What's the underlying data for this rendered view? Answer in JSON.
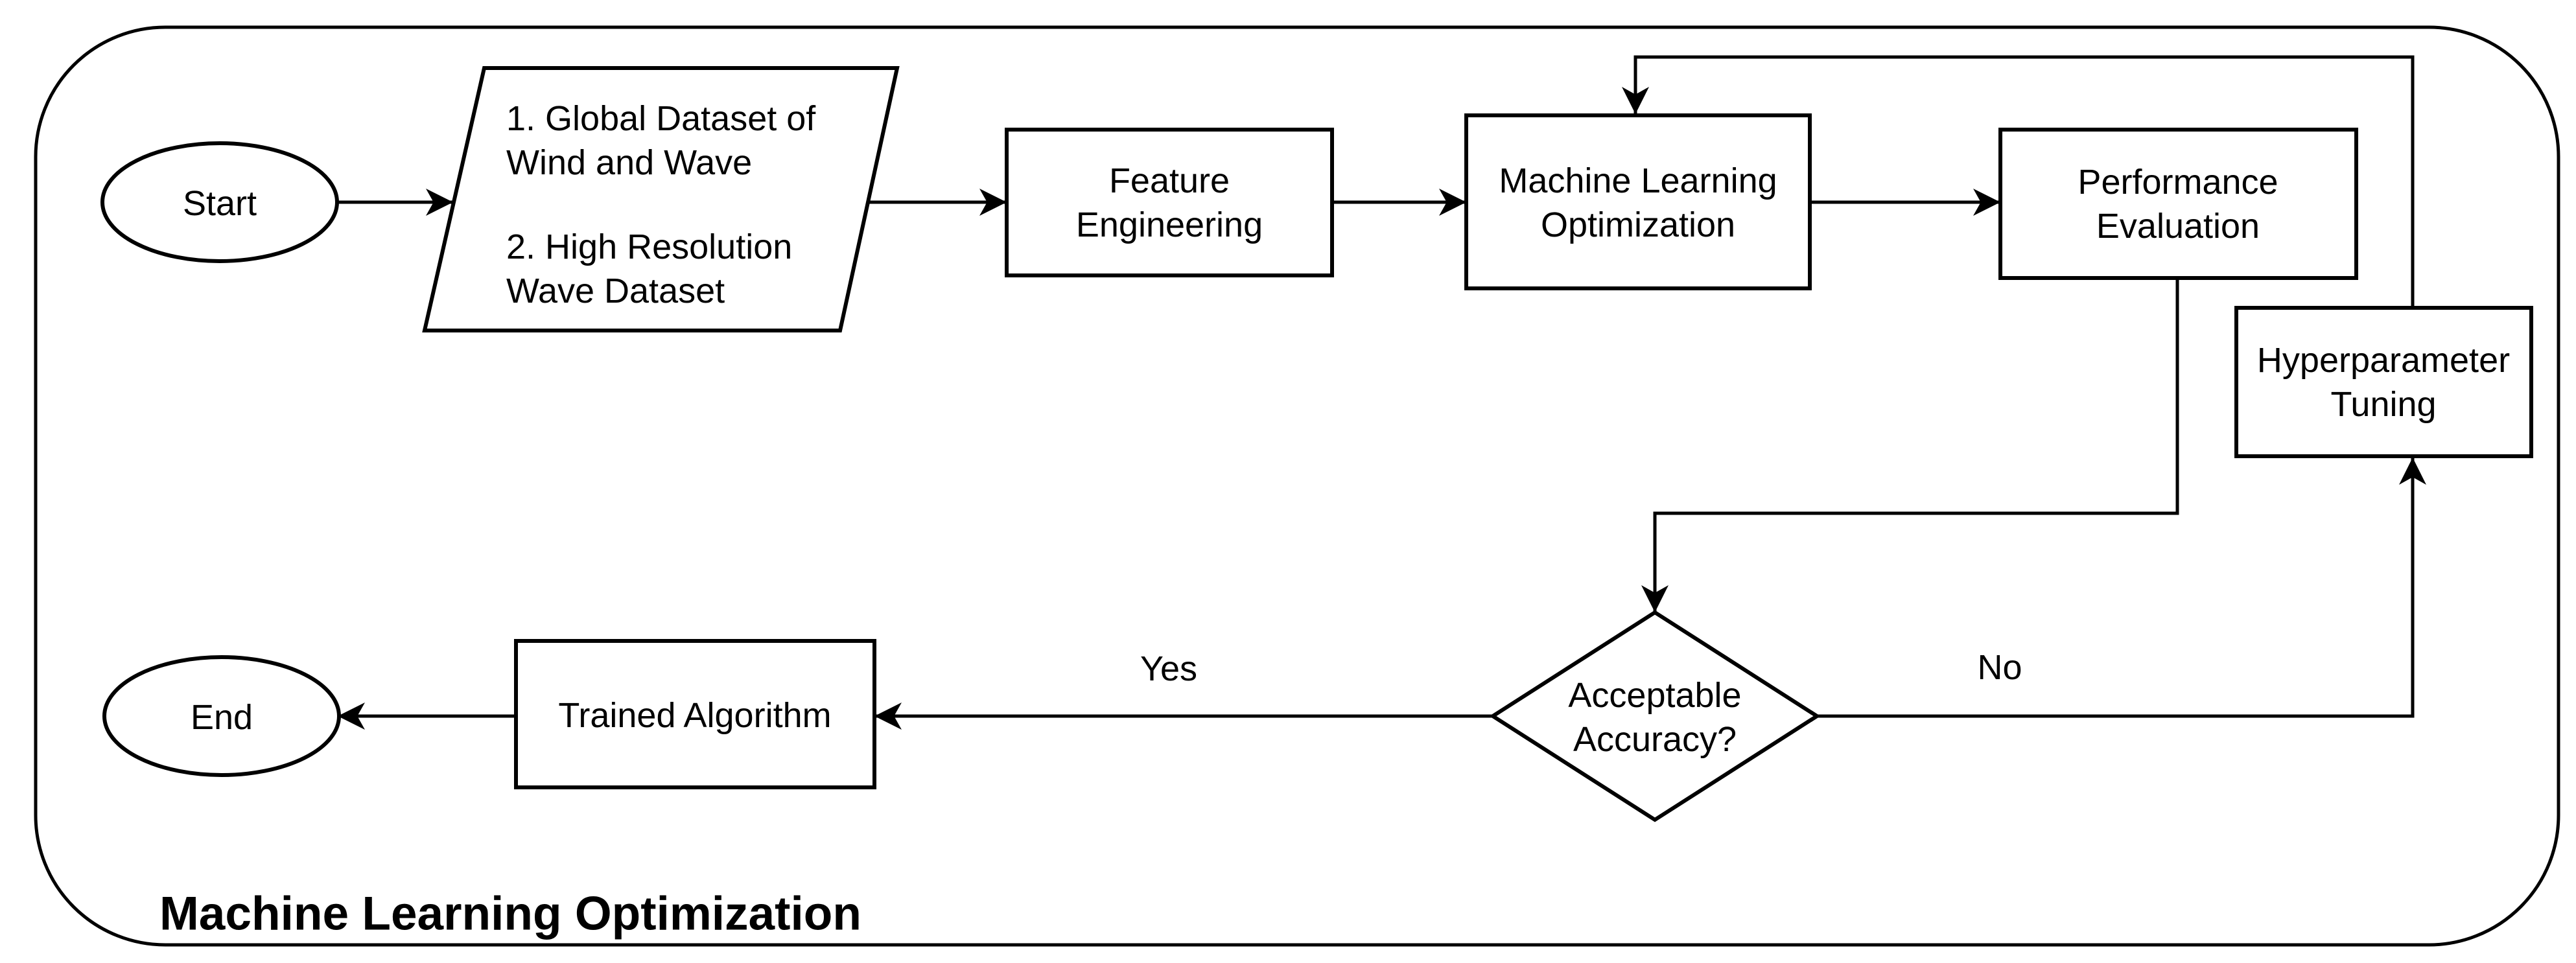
{
  "diagram_title": "Machine Learning Optimization",
  "colors": {
    "stroke": "#000000",
    "background": "#ffffff",
    "text": "#000000"
  },
  "nodes": {
    "start": {
      "label": "Start"
    },
    "input_datasets": {
      "lines": [
        "1. Global Dataset of",
        "Wind and Wave",
        "2. High Resolution",
        "Wave Dataset"
      ]
    },
    "feature_engineering": {
      "lines": [
        "Feature",
        "Engineering"
      ]
    },
    "machine_learning_optimization": {
      "lines": [
        "Machine Learning",
        "Optimization"
      ]
    },
    "performance_evaluation": {
      "lines": [
        "Performance",
        "Evaluation"
      ]
    },
    "hyperparameter_tuning": {
      "lines": [
        "Hyperparameter",
        "Tuning"
      ]
    },
    "acceptable_accuracy": {
      "lines": [
        "Acceptable",
        "Accuracy?"
      ]
    },
    "trained_algorithm": {
      "label": "Trained Algorithm"
    },
    "end": {
      "label": "End"
    }
  },
  "edge_labels": {
    "yes": "Yes",
    "no": "No"
  }
}
